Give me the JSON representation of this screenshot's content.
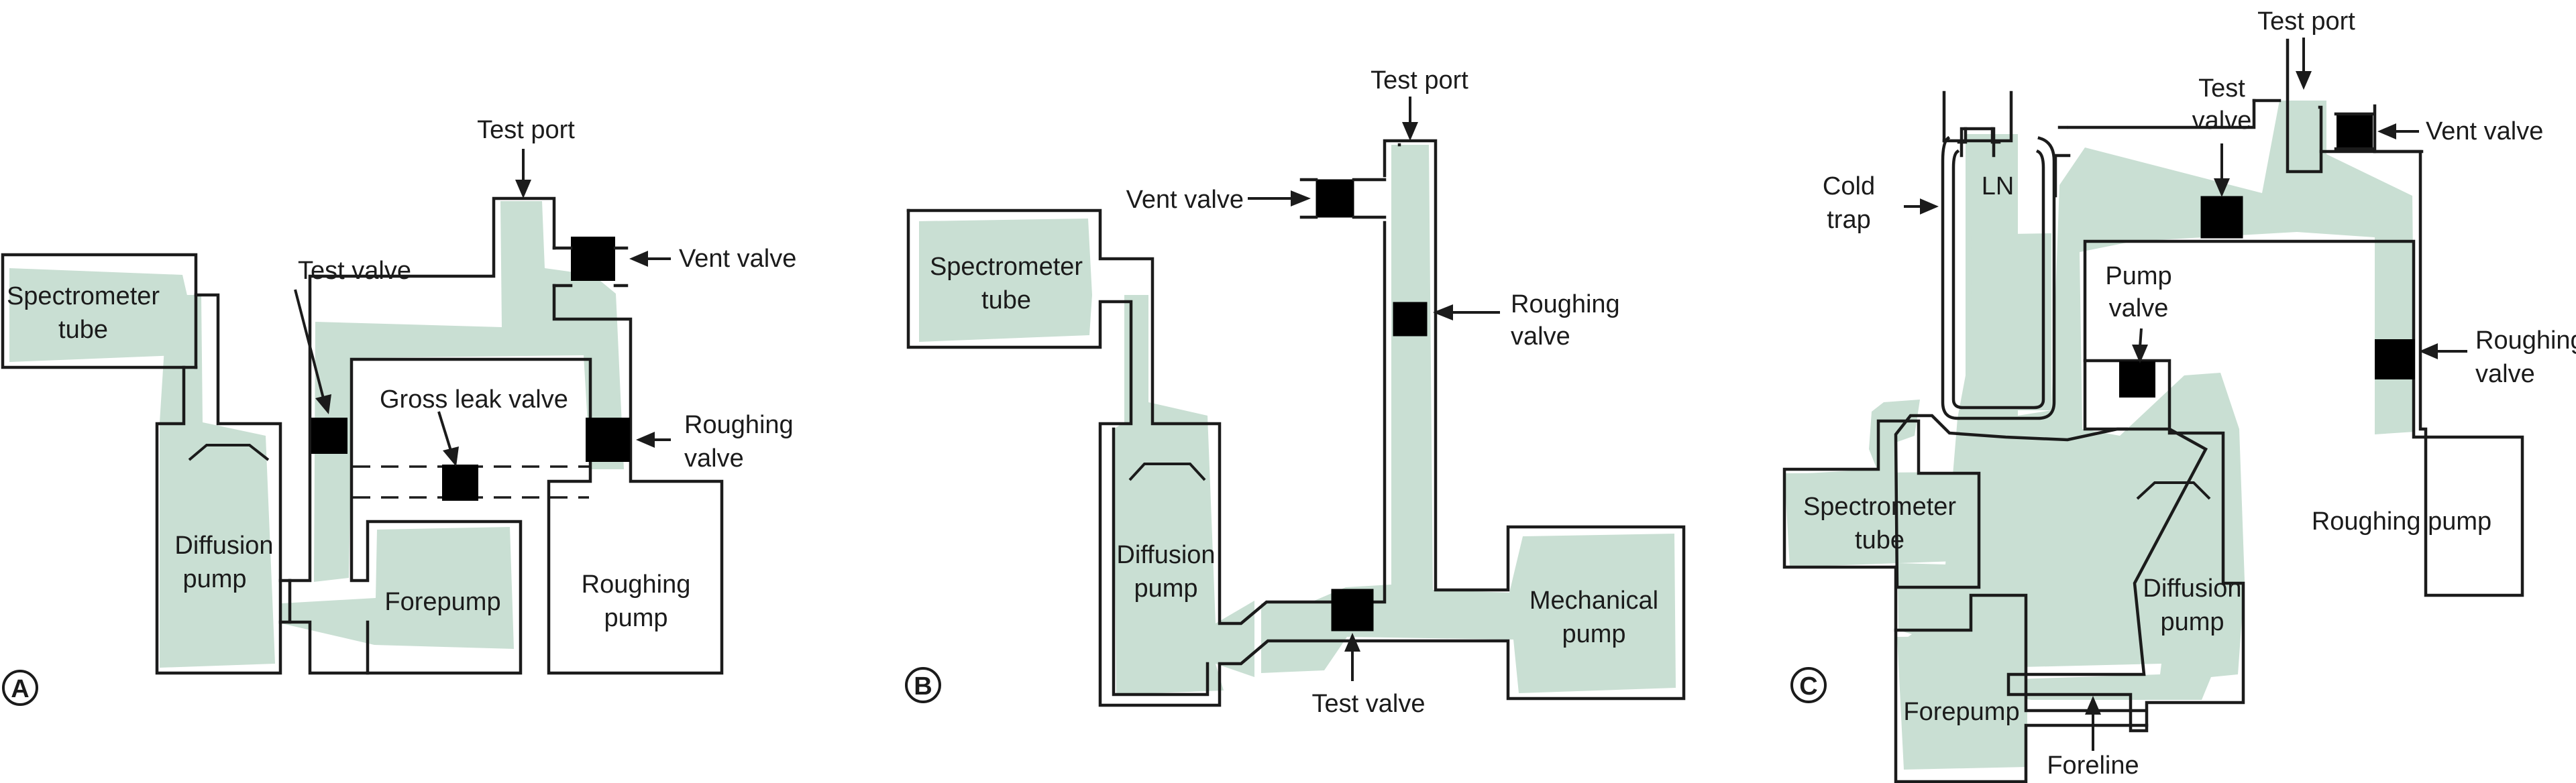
{
  "panels": {
    "a": {
      "letter": "A",
      "spectrometer_tube": [
        "Spectrometer",
        "tube"
      ],
      "test_port": "Test port",
      "vent_valve": "Vent valve",
      "test_valve": "Test valve",
      "gross_leak_valve": "Gross leak valve",
      "roughing_valve": [
        "Roughing",
        "valve"
      ],
      "diffusion_pump": [
        "Diffusion",
        "pump"
      ],
      "forepump": "Forepump",
      "roughing_pump": [
        "Roughing",
        "pump"
      ]
    },
    "b": {
      "letter": "B",
      "test_port": "Test port",
      "vent_valve": "Vent valve",
      "spectrometer_tube": [
        "Spectrometer",
        "tube"
      ],
      "roughing_valve": [
        "Roughing",
        "valve"
      ],
      "diffusion_pump": [
        "Diffusion",
        "pump"
      ],
      "test_valve": "Test valve",
      "mechanical_pump": [
        "Mechanical",
        "pump"
      ]
    },
    "c": {
      "letter": "C",
      "test_port": "Test port",
      "test_valve": [
        "Test",
        "valve"
      ],
      "vent_valve": "Vent valve",
      "cold_trap": [
        "Cold",
        "trap"
      ],
      "ln": "LN",
      "pump_valve": [
        "Pump",
        "valve"
      ],
      "roughing_valve": [
        "Roughing",
        "valve"
      ],
      "spectrometer_tube": [
        "Spectrometer",
        "tube"
      ],
      "roughing_pump": "Roughing pump",
      "diffusion_pump": [
        "Diffusion",
        "pump"
      ],
      "forepump": "Forepump",
      "foreline": "Foreline"
    }
  },
  "colors": {
    "fill": "#c9dfd3",
    "line": "#1b1b1b"
  }
}
